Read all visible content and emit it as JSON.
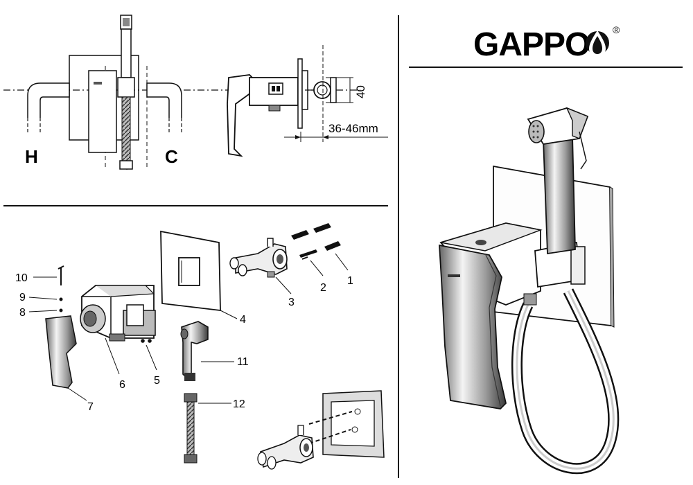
{
  "brand": {
    "name": "GAPPO",
    "registered_mark": "®"
  },
  "top_left": {
    "hot_label": "H",
    "cold_label": "C",
    "depth_dimension": "40",
    "wall_range": "36-46mm"
  },
  "parts": [
    "1",
    "2",
    "3",
    "4",
    "5",
    "6",
    "7",
    "8",
    "9",
    "10",
    "11",
    "12"
  ]
}
